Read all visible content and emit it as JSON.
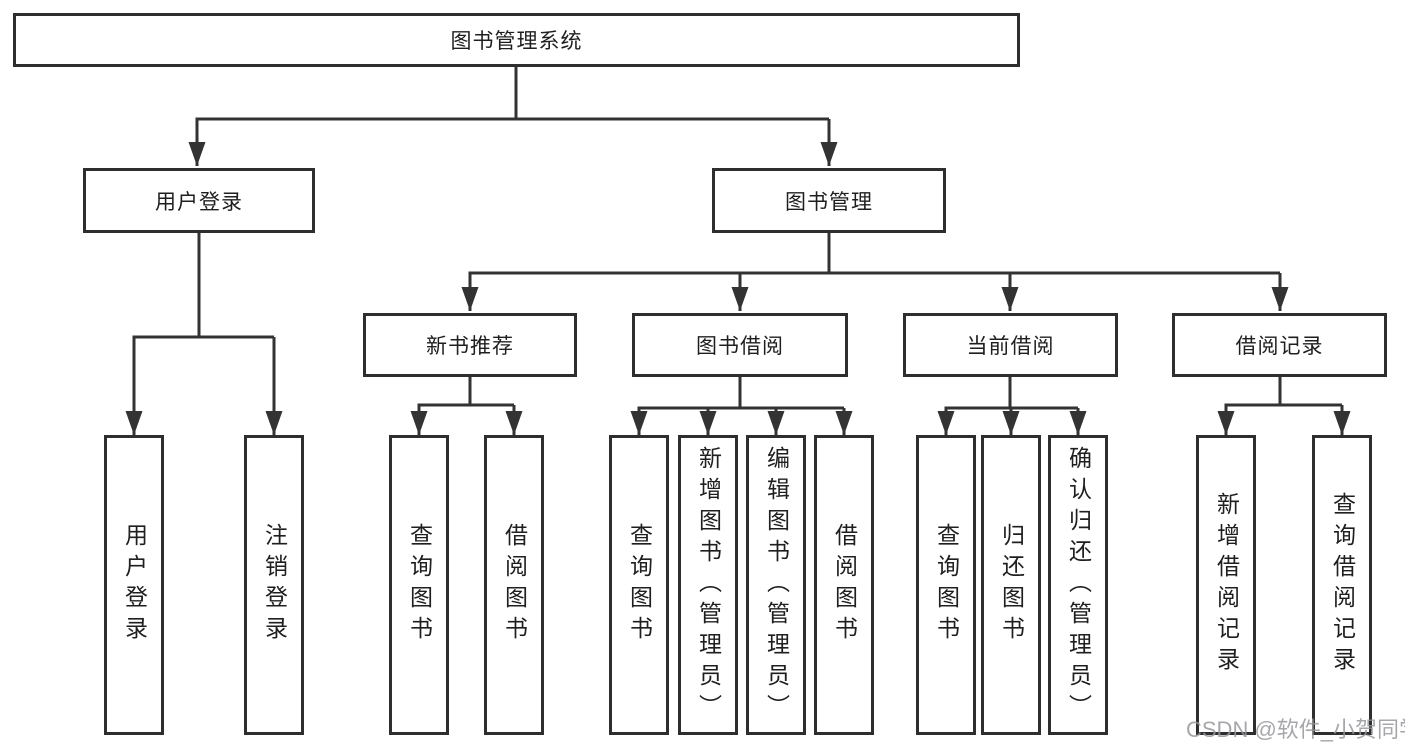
{
  "watermark": "CSDN @软件_小贺同学",
  "colors": {
    "line": "#333333",
    "border": "#2e2e2e",
    "text": "#1f1f1f",
    "watermark": "#96989c",
    "background": "#ffffff"
  },
  "tree": {
    "root": {
      "label": "图书管理系统"
    },
    "level2": [
      {
        "label": "用户登录"
      },
      {
        "label": "图书管理"
      }
    ],
    "login_children": [
      {
        "label": "用户登录"
      },
      {
        "label": "注销登录"
      }
    ],
    "level3": [
      {
        "label": "新书推荐"
      },
      {
        "label": "图书借阅"
      },
      {
        "label": "当前借阅"
      },
      {
        "label": "借阅记录"
      }
    ],
    "new_book_children": [
      {
        "label": "查询图书"
      },
      {
        "label": "借阅图书"
      }
    ],
    "borrow_children": [
      {
        "label": "查询图书"
      },
      {
        "label": "新增图书（管理员）"
      },
      {
        "label": "编辑图书（管理员）"
      },
      {
        "label": "借阅图书"
      }
    ],
    "current_children": [
      {
        "label": "查询图书"
      },
      {
        "label": "归还图书"
      },
      {
        "label": "确认归还（管理员）"
      }
    ],
    "record_children": [
      {
        "label": "新增借阅记录"
      },
      {
        "label": "查询借阅记录"
      }
    ]
  }
}
